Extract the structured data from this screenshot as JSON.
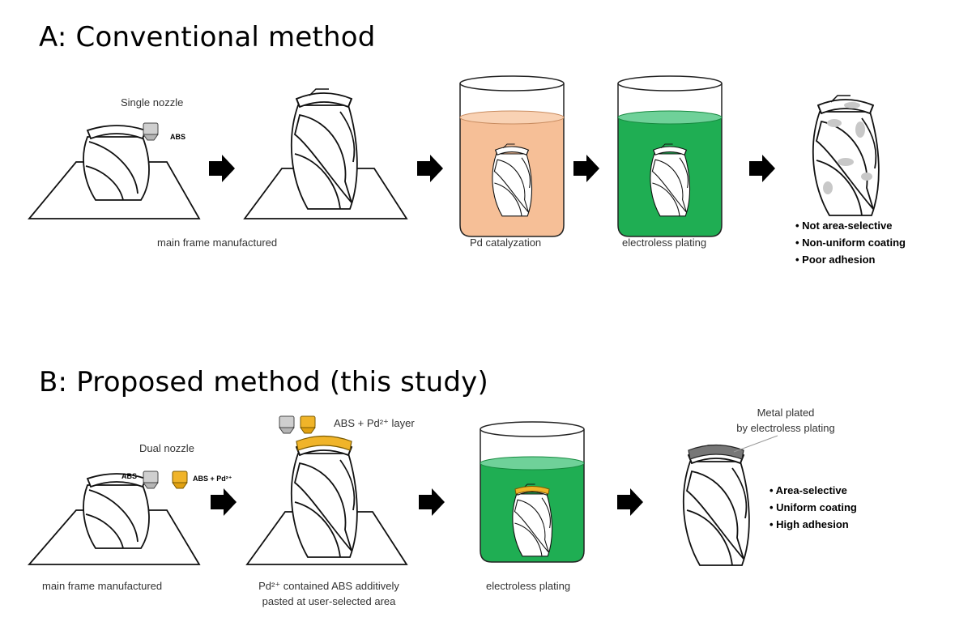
{
  "section_a": {
    "title": "A: Conventional method",
    "nozzle_label": "Single nozzle",
    "abs_label": "ABS",
    "captions": [
      "main frame manufactured",
      "Pd catalyzation",
      "electroless plating"
    ],
    "results": [
      "• Not area-selective",
      "• Non-uniform coating",
      "• Poor adhesion"
    ]
  },
  "section_b": {
    "title": "B: Proposed method (this study)",
    "nozzle_label": "Dual nozzle",
    "abs_label": "ABS",
    "abs_pd_label": "ABS + Pd²⁺",
    "layer_label": "ABS + Pd²⁺ layer",
    "captions": [
      "main frame manufactured",
      "electroless plating"
    ],
    "paste_caption_line1": "Pd²⁺ contained ABS additively",
    "paste_caption_line2": "pasted at user-selected area",
    "plated_label_line1": "Metal plated",
    "plated_label_line2": "by electroless plating",
    "results": [
      "• Area-selective",
      "• Uniform coating",
      "• High adhesion"
    ]
  },
  "colors": {
    "catalyst_liquid": "#f6bf97",
    "plating_liquid": "#1fae53",
    "plating_liquid_top": "#6fd199",
    "pd_layer": "#f0b429",
    "metal_plated": "#777777"
  }
}
